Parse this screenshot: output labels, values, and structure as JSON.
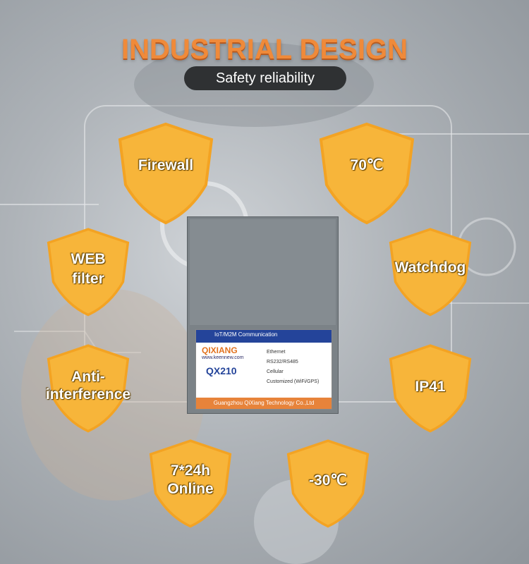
{
  "header": {
    "title": "INDUSTRIAL DESIGN",
    "subtitle": "Safety reliability"
  },
  "shields": [
    {
      "id": "firewall",
      "lines": [
        "Firewall"
      ]
    },
    {
      "id": "temp-high",
      "lines": [
        "70℃"
      ]
    },
    {
      "id": "web-filter",
      "lines": [
        "WEB",
        "filter"
      ]
    },
    {
      "id": "watchdog",
      "lines": [
        "Watchdog"
      ]
    },
    {
      "id": "anti-interference",
      "lines": [
        "Anti-",
        "interference"
      ]
    },
    {
      "id": "ip41",
      "lines": [
        "IP41"
      ]
    },
    {
      "id": "online",
      "lines": [
        "7*24h",
        "Online"
      ]
    },
    {
      "id": "temp-low",
      "lines": [
        "-30℃"
      ]
    }
  ],
  "device": {
    "category": "IoT/M2M Communication",
    "brand": "QIXIANG",
    "website": "www.keennew.com",
    "model": "QX210",
    "features": [
      "Ethernet",
      "RS232/RS485",
      "Cellular",
      "Customized (WiFi/GPS)"
    ],
    "company": "Guangzhou QiXiang Technology Co.,Ltd"
  },
  "colors": {
    "accent_orange": "#ef8a3a",
    "shield_gold": "#f7b53a",
    "pill_dark": "#2f3133",
    "panel_blue": "#24449a"
  }
}
